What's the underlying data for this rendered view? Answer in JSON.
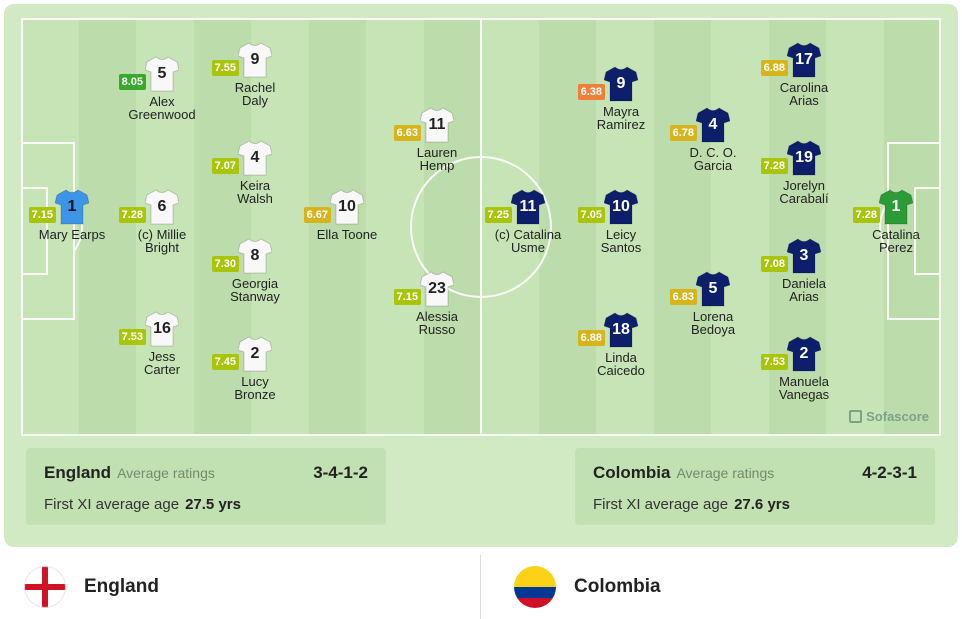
{
  "colors": {
    "rating_orange": "#ef7f36",
    "rating_yellow": "#d7b31c",
    "rating_lightgreen": "#a8c40b",
    "rating_green": "#38a92a",
    "england_shirt": "#f8f8f8",
    "england_gk_shirt": "#3d95e8",
    "colombia_shirt": "#0d1f6b",
    "colombia_gk_shirt": "#2a9b35"
  },
  "watermark": "Sofascore",
  "england": {
    "name": "England",
    "avg_label": "Average ratings",
    "formation": "3-4-1-2",
    "age_label": "First XI average age",
    "age_value": "27.5 yrs",
    "players": [
      {
        "number": "1",
        "rating": "7.15",
        "name": [
          "Mary Earps"
        ],
        "gk": true
      },
      {
        "number": "5",
        "rating": "8.05",
        "name": [
          "Alex",
          "Greenwood"
        ]
      },
      {
        "number": "6",
        "rating": "7.28",
        "name": [
          "(c) Millie",
          "Bright"
        ]
      },
      {
        "number": "16",
        "rating": "7.53",
        "name": [
          "Jess",
          "Carter"
        ]
      },
      {
        "number": "9",
        "rating": "7.55",
        "name": [
          "Rachel",
          "Daly"
        ]
      },
      {
        "number": "4",
        "rating": "7.07",
        "name": [
          "Keira",
          "Walsh"
        ]
      },
      {
        "number": "8",
        "rating": "7.30",
        "name": [
          "Georgia",
          "Stanway"
        ]
      },
      {
        "number": "2",
        "rating": "7.45",
        "name": [
          "Lucy",
          "Bronze"
        ]
      },
      {
        "number": "10",
        "rating": "6.67",
        "name": [
          "Ella Toone"
        ]
      },
      {
        "number": "11",
        "rating": "6.63",
        "name": [
          "Lauren",
          "Hemp"
        ]
      },
      {
        "number": "23",
        "rating": "7.15",
        "name": [
          "Alessia",
          "Russo"
        ]
      }
    ]
  },
  "colombia": {
    "name": "Colombia",
    "avg_label": "Average ratings",
    "formation": "4-2-3-1",
    "age_label": "First XI average age",
    "age_value": "27.6 yrs",
    "players": [
      {
        "number": "11",
        "rating": "7.25",
        "name": [
          "(c) Catalina",
          "Usme"
        ]
      },
      {
        "number": "9",
        "rating": "6.38",
        "name": [
          "Mayra",
          "Ramirez"
        ]
      },
      {
        "number": "10",
        "rating": "7.05",
        "name": [
          "Leicy",
          "Santos"
        ]
      },
      {
        "number": "18",
        "rating": "6.88",
        "name": [
          "Linda",
          "Caicedo"
        ]
      },
      {
        "number": "4",
        "rating": "6.78",
        "name": [
          "D. C. O.",
          "Garcia"
        ]
      },
      {
        "number": "5",
        "rating": "6.83",
        "name": [
          "Lorena",
          "Bedoya"
        ]
      },
      {
        "number": "17",
        "rating": "6.88",
        "name": [
          "Carolina",
          "Arias"
        ]
      },
      {
        "number": "19",
        "rating": "7.28",
        "name": [
          "Jorelyn",
          "Carabalí"
        ]
      },
      {
        "number": "3",
        "rating": "7.08",
        "name": [
          "Daniela",
          "Arias"
        ]
      },
      {
        "number": "2",
        "rating": "7.53",
        "name": [
          "Manuela",
          "Vanegas"
        ]
      },
      {
        "number": "1",
        "rating": "7.28",
        "name": [
          "Catalina",
          "Perez"
        ],
        "gk": true
      }
    ]
  },
  "tabs": [
    {
      "label": "England"
    },
    {
      "label": "Colombia"
    }
  ]
}
